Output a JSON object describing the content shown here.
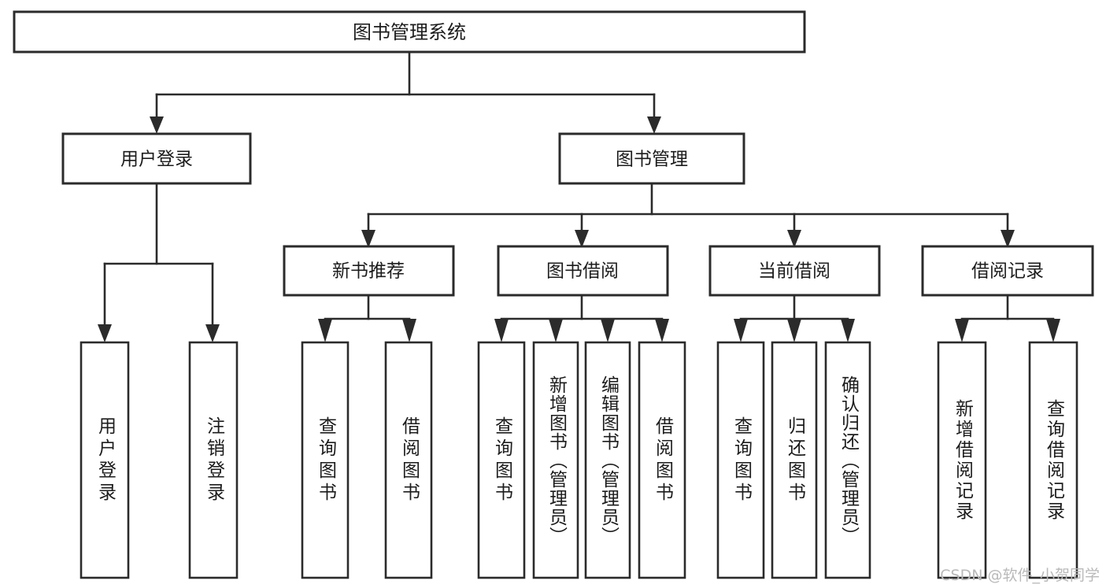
{
  "diagram": {
    "type": "tree-hierarchy",
    "title": "图书管理系统",
    "watermark": "CSDN @软件_小贺同学",
    "colors": {
      "stroke": "#2b2b2b",
      "fill": "#ffffff",
      "text": "#1c1c1c",
      "watermark": "#b9b9b9",
      "background": "#ffffff"
    },
    "root": {
      "label": "图书管理系统",
      "level": 0
    },
    "level1": [
      {
        "label": "用户登录"
      },
      {
        "label": "图书管理"
      }
    ],
    "level2": [
      {
        "label": "新书推荐",
        "parent": "图书管理"
      },
      {
        "label": "图书借阅",
        "parent": "图书管理"
      },
      {
        "label": "当前借阅",
        "parent": "图书管理"
      },
      {
        "label": "借阅记录",
        "parent": "图书管理"
      }
    ],
    "leaves": {
      "user_login": [
        {
          "label": "用户登录"
        },
        {
          "label": "注销登录"
        }
      ],
      "new_book": [
        {
          "label": "查询图书"
        },
        {
          "label": "借阅图书"
        }
      ],
      "borrow": [
        {
          "label": "查询图书"
        },
        {
          "label": "新增图书（管理员）"
        },
        {
          "label": "编辑图书（管理员）"
        },
        {
          "label": "借阅图书"
        }
      ],
      "current": [
        {
          "label": "查询图书"
        },
        {
          "label": "归还图书"
        },
        {
          "label": "确认归还（管理员）"
        }
      ],
      "records": [
        {
          "label": "新增借阅记录"
        },
        {
          "label": "查询借阅记录"
        }
      ]
    }
  }
}
